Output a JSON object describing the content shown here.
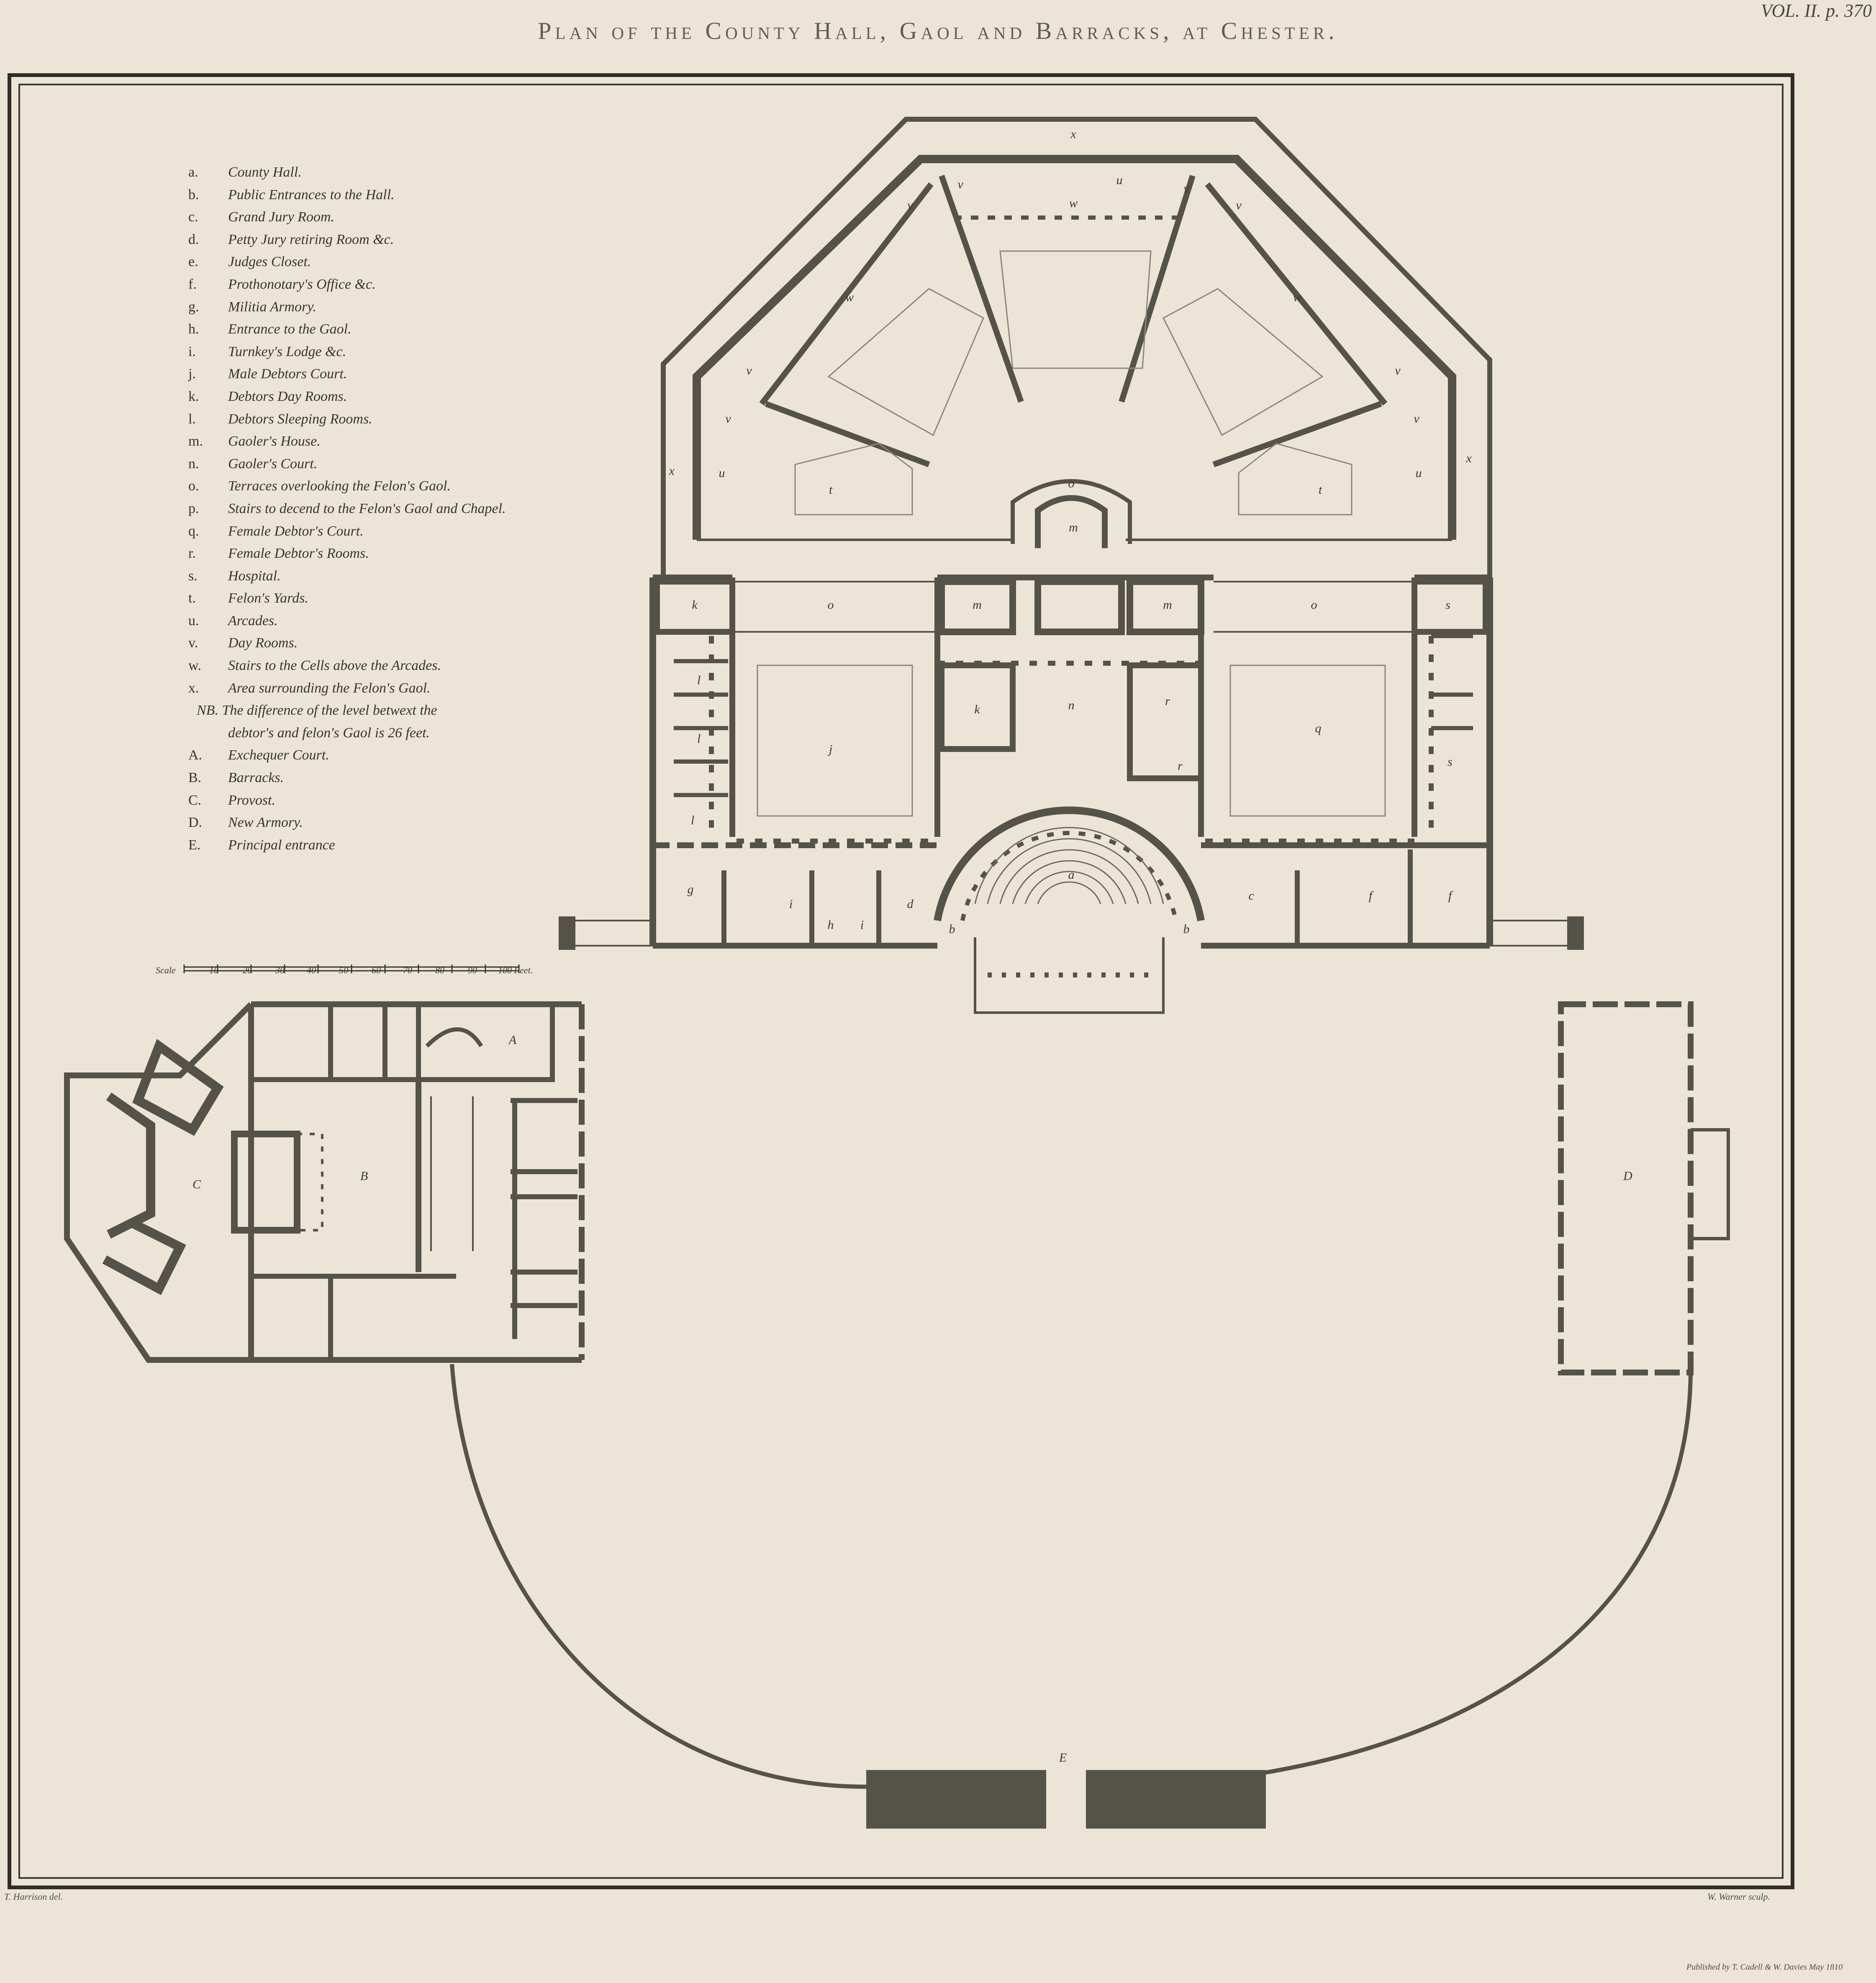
{
  "title": "Plan of the County Hall, Gaol and Barracks, at Chester.",
  "volume_ref": "VOL. II. p. 370",
  "legend": [
    {
      "key": "a.",
      "text": "County Hall."
    },
    {
      "key": "b.",
      "text": "Public Entrances to the Hall."
    },
    {
      "key": "c.",
      "text": "Grand Jury Room."
    },
    {
      "key": "d.",
      "text": "Petty Jury retiring Room &c."
    },
    {
      "key": "e.",
      "text": "Judges Closet."
    },
    {
      "key": "f.",
      "text": "Prothonotary's Office &c."
    },
    {
      "key": "g.",
      "text": "Militia Armory."
    },
    {
      "key": "h.",
      "text": "Entrance to the Gaol."
    },
    {
      "key": "i.",
      "text": "Turnkey's Lodge &c."
    },
    {
      "key": "j.",
      "text": "Male Debtors Court."
    },
    {
      "key": "k.",
      "text": "Debtors Day Rooms."
    },
    {
      "key": "l.",
      "text": "Debtors Sleeping Rooms."
    },
    {
      "key": "m.",
      "text": "Gaoler's House."
    },
    {
      "key": "n.",
      "text": "Gaoler's Court."
    },
    {
      "key": "o.",
      "text": "Terraces overlooking the Felon's Gaol."
    },
    {
      "key": "p.",
      "text": "Stairs to decend to the Felon's Gaol and Chapel."
    },
    {
      "key": "q.",
      "text": "Female Debtor's Court."
    },
    {
      "key": "r.",
      "text": "Female Debtor's Rooms."
    },
    {
      "key": "s.",
      "text": "Hospital."
    },
    {
      "key": "t.",
      "text": "Felon's Yards."
    },
    {
      "key": "u.",
      "text": "Arcades."
    },
    {
      "key": "v.",
      "text": "Day Rooms."
    },
    {
      "key": "w.",
      "text": "Stairs to the Cells above the Arcades."
    },
    {
      "key": "x.",
      "text": "Area surrounding the Felon's Gaol."
    }
  ],
  "note": {
    "line1": "NB. The difference of the level betwext the",
    "line2": "debtor's and felon's Gaol is 26 feet."
  },
  "legend_caps": [
    {
      "key": "A.",
      "text": "Exchequer Court."
    },
    {
      "key": "B.",
      "text": "Barracks."
    },
    {
      "key": "C.",
      "text": "Provost."
    },
    {
      "key": "D.",
      "text": "New Armory."
    },
    {
      "key": "E.",
      "text": "Principal entrance"
    }
  ],
  "scale": {
    "label": "Scale",
    "ticks": [
      "10",
      "20",
      "30",
      "40",
      "50",
      "60",
      "70",
      "80",
      "90",
      "100 Feet."
    ]
  },
  "room_labels": {
    "x_top": "x",
    "x_left": "x",
    "x_right": "x",
    "u_top": "u",
    "u_left": "u",
    "u_right": "u",
    "w_top": "w",
    "w_left": "w",
    "w_right": "w",
    "v": "v",
    "t_left": "t",
    "t_right": "t",
    "o_center": "o",
    "o_left": "o",
    "o_right": "o",
    "m_top": "m",
    "m_left": "m",
    "m_right": "m",
    "k_left": "k",
    "k_center": "k",
    "s_top": "s",
    "s_mid": "s",
    "l": "l",
    "j": "j",
    "n": "n",
    "q": "q",
    "r": "r",
    "a": "a",
    "b": "b",
    "c": "c",
    "d": "d",
    "f": "f",
    "g": "g",
    "h": "h",
    "i": "i",
    "A": "A",
    "B": "B",
    "C": "C",
    "D": "D",
    "E": "E"
  },
  "credits": {
    "left": "T. Harrison del.",
    "right": "W. Warner sculp.",
    "publisher": "Published by T. Cadell & W. Davies May 1810"
  },
  "colors": {
    "paper": "#ece4d6",
    "ink": "#3a3834",
    "wall": "#555249"
  }
}
